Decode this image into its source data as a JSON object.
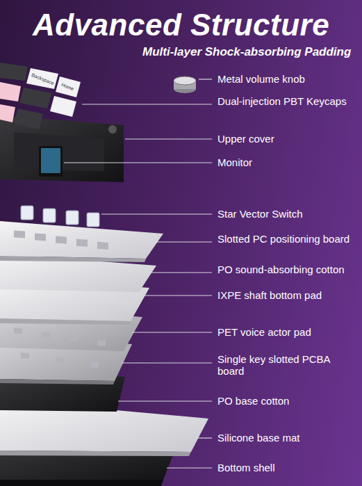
{
  "diagram": {
    "title": "Advanced Structure",
    "labels": [
      "Multi-layer Shock-absorbing Padding",
      "Backspace",
      "Home",
      "Metal volume knob",
      "Dual-injection PBT Keycaps",
      "Upper cover",
      "Monitor",
      "Star Vector Switch",
      "Slotted PC positioning board",
      "PO sound-absorbing cotton",
      "IXPE shaft bottom pad",
      "PET voice actor pad",
      "Single key slotted PCBA board",
      "PO base cotton",
      "Silicone base mat",
      "Bottom shell"
    ]
  }
}
